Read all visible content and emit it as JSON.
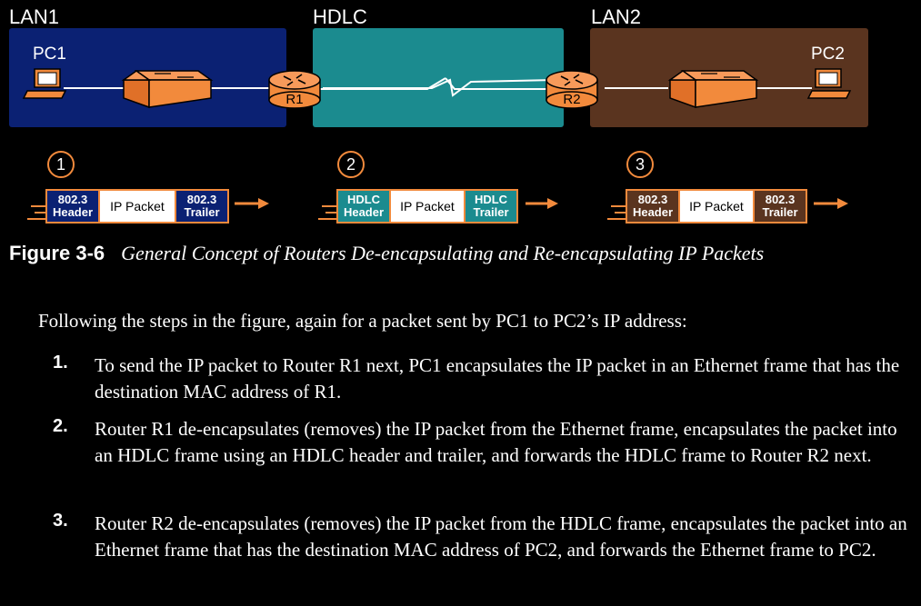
{
  "diagram": {
    "zones": {
      "lan1": "LAN1",
      "hdlc": "HDLC",
      "lan2": "LAN2"
    },
    "pcs": {
      "pc1": "PC1",
      "pc2": "PC2"
    },
    "routers": {
      "r1": "R1",
      "r2": "R2"
    },
    "frames": [
      {
        "step": "1",
        "header": [
          "802.3",
          "Header"
        ],
        "payload": "IP Packet",
        "trailer": [
          "802.3",
          "Trailer"
        ]
      },
      {
        "step": "2",
        "header": [
          "HDLC",
          "Header"
        ],
        "payload": "IP Packet",
        "trailer": [
          "HDLC",
          "Trailer"
        ]
      },
      {
        "step": "3",
        "header": [
          "802.3",
          "Header"
        ],
        "payload": "IP Packet",
        "trailer": [
          "802.3",
          "Trailer"
        ]
      }
    ],
    "colors": {
      "lan1": "#0b2173",
      "hdlc": "#1b8b8f",
      "lan2": "#5a341f",
      "accent": "#f28a3c"
    }
  },
  "caption": {
    "number": "Figure 3-6",
    "text": "General Concept of Routers De-encapsulating and Re-encapsulating IP Packets"
  },
  "intro": "Following the steps in the figure, again for a packet sent by PC1 to PC2’s IP address:",
  "steps": [
    {
      "num": "1.",
      "text": "To send the IP packet to Router R1 next, PC1 encapsulates the IP packet in an Ethernet frame that has the destination MAC address of R1."
    },
    {
      "num": "2.",
      "text": "Router R1 de-encapsulates (removes) the IP packet from the Ethernet frame, encapsulates the packet into an HDLC frame using an HDLC header and trailer, and forwards the HDLC frame to Router R2 next."
    },
    {
      "num": "3.",
      "text": "Router R2 de-encapsulates (removes) the IP packet from the HDLC frame, encapsulates the packet into an Ethernet frame that has the destination MAC address of PC2, and forwards the Ethernet frame to PC2."
    }
  ]
}
